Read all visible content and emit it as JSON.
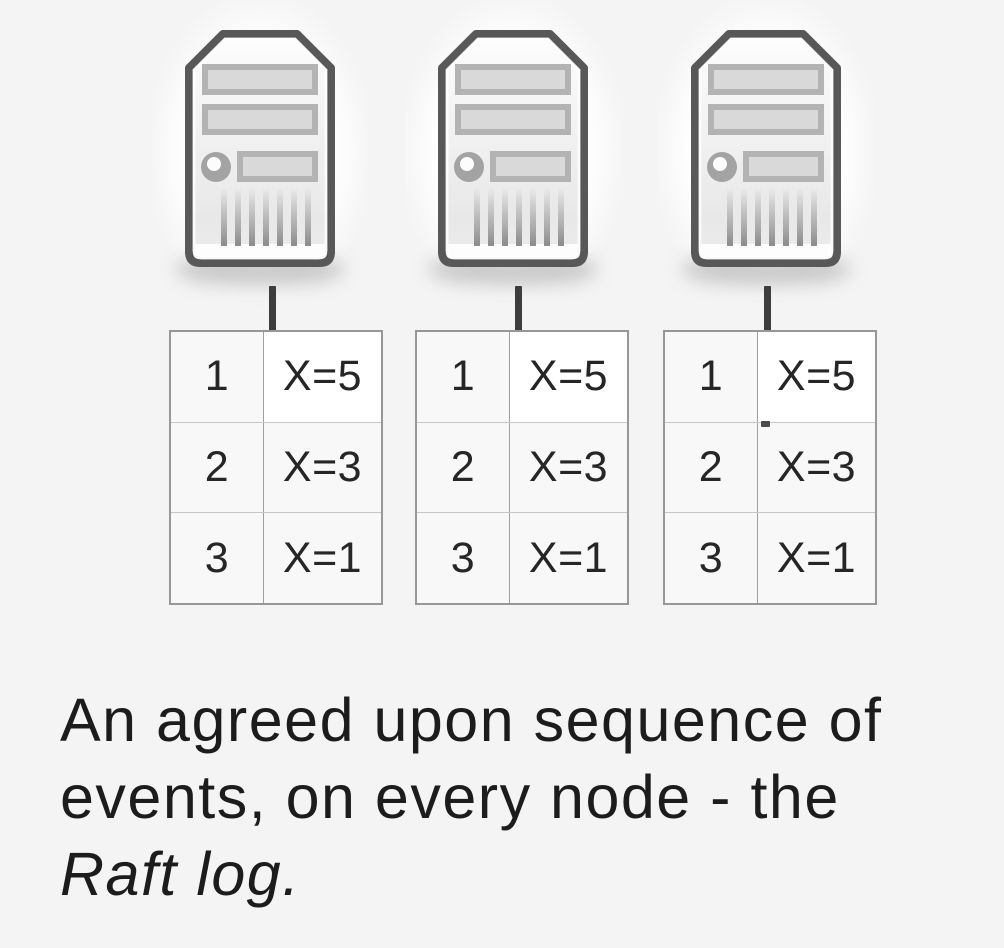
{
  "colors": {
    "background": "#f4f4f4",
    "server_outline": "#585858",
    "connector": "#3d3d3d",
    "table_border": "#979797",
    "column_divider": "#9e9e9e",
    "row_divider": "#c6c6c6",
    "cell_fill": "#f8f8f8",
    "highlight_cell_fill": "#ffffff",
    "text": "#1c1c1c"
  },
  "nodes": [
    {
      "icon": "server-tower-icon",
      "log": [
        {
          "index": "1",
          "entry": "X=5"
        },
        {
          "index": "2",
          "entry": "X=3"
        },
        {
          "index": "3",
          "entry": "X=1"
        }
      ]
    },
    {
      "icon": "server-tower-icon",
      "log": [
        {
          "index": "1",
          "entry": "X=5"
        },
        {
          "index": "2",
          "entry": "X=3"
        },
        {
          "index": "3",
          "entry": "X=1"
        }
      ]
    },
    {
      "icon": "server-tower-icon",
      "log": [
        {
          "index": "1",
          "entry": "X=5"
        },
        {
          "index": "2",
          "entry": "X=3"
        },
        {
          "index": "3",
          "entry": "X=1"
        }
      ]
    }
  ],
  "caption": {
    "line1": "An agreed upon sequence of",
    "line2": "events, on every node - the",
    "line3": "Raft log."
  }
}
